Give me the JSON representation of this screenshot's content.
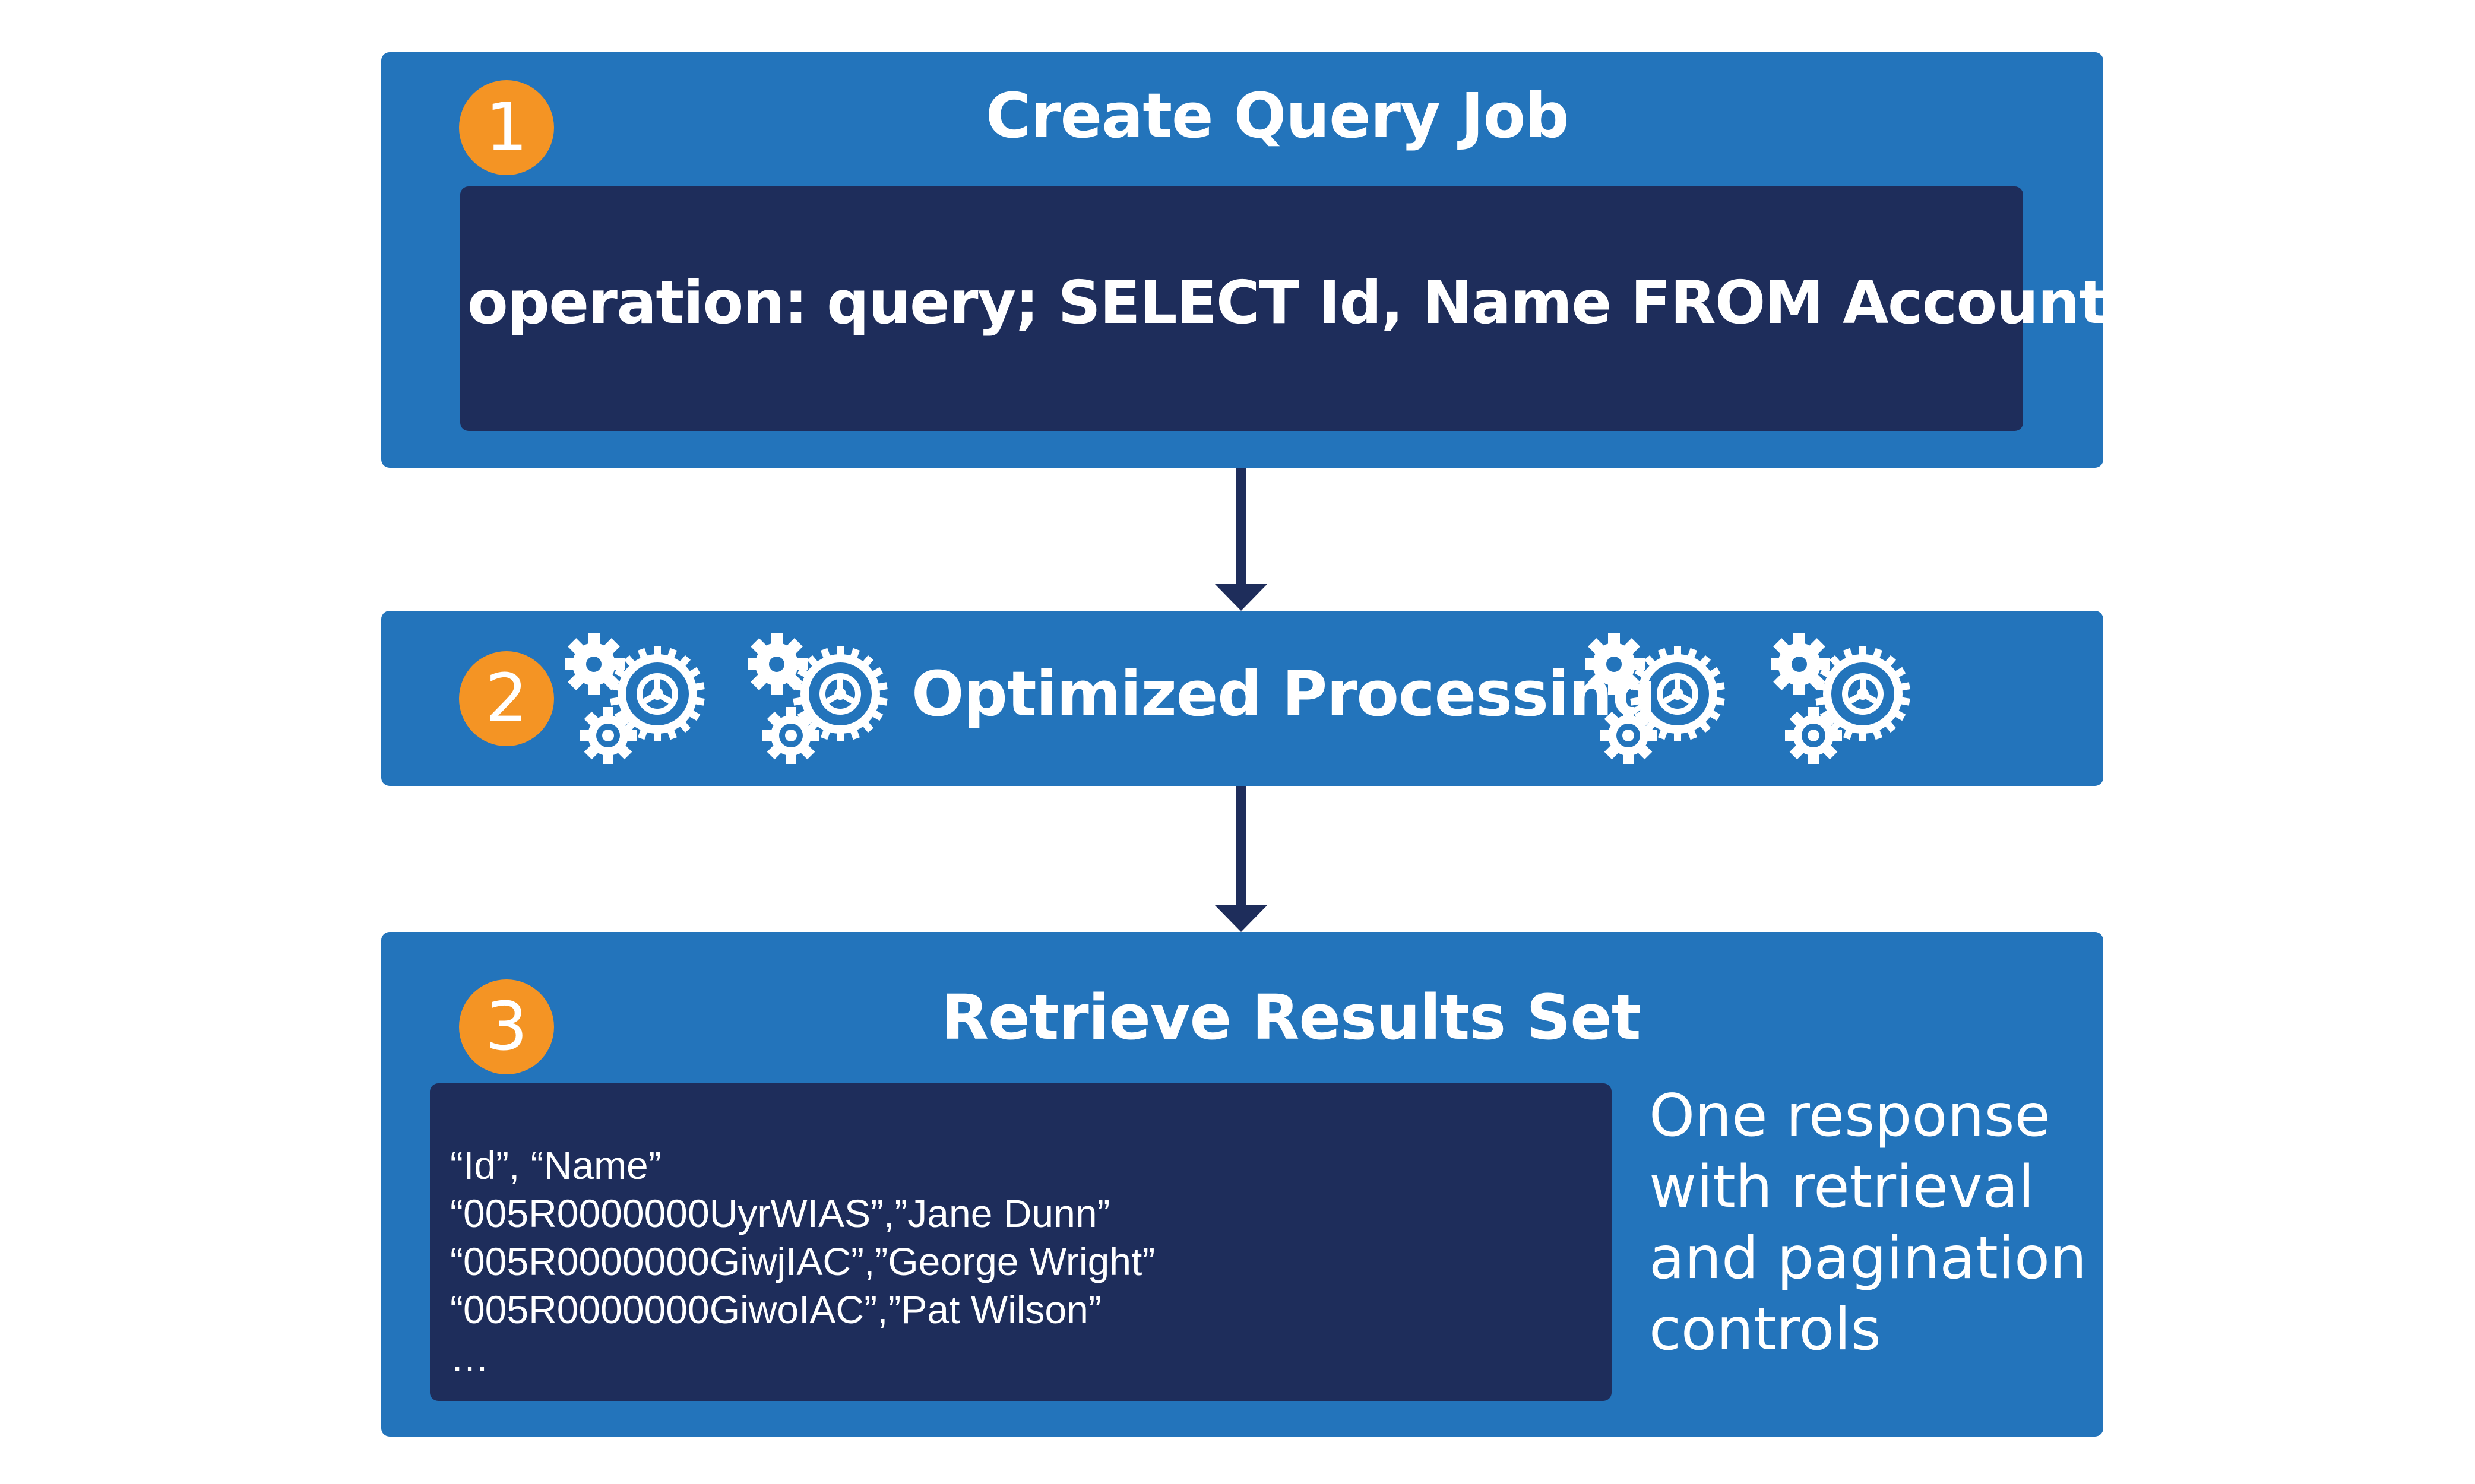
{
  "colors": {
    "panel": "#2374bb",
    "codebox": "#1e2d5b",
    "badge": "#f49424",
    "text": "#ffffff",
    "arrow": "#1e2d5b"
  },
  "steps": [
    {
      "number": "1",
      "title": "Create Query Job",
      "query": "operation: query; SELECT Id, Name FROM Account"
    },
    {
      "number": "2",
      "title": "Optimized Processing",
      "icon": "gears-icon"
    },
    {
      "number": "3",
      "title": "Retrieve Results Set",
      "results": [
        "“Id”, “Name”",
        "“005R0000000UyrWIAS”,”Jane Dunn”",
        "“005R0000000GiwjIAC”,”George Wright”",
        "“005R0000000GiwoIAC”,”Pat Wilson”",
        "…"
      ],
      "note": "One response with retrieval and pagination controls"
    }
  ]
}
